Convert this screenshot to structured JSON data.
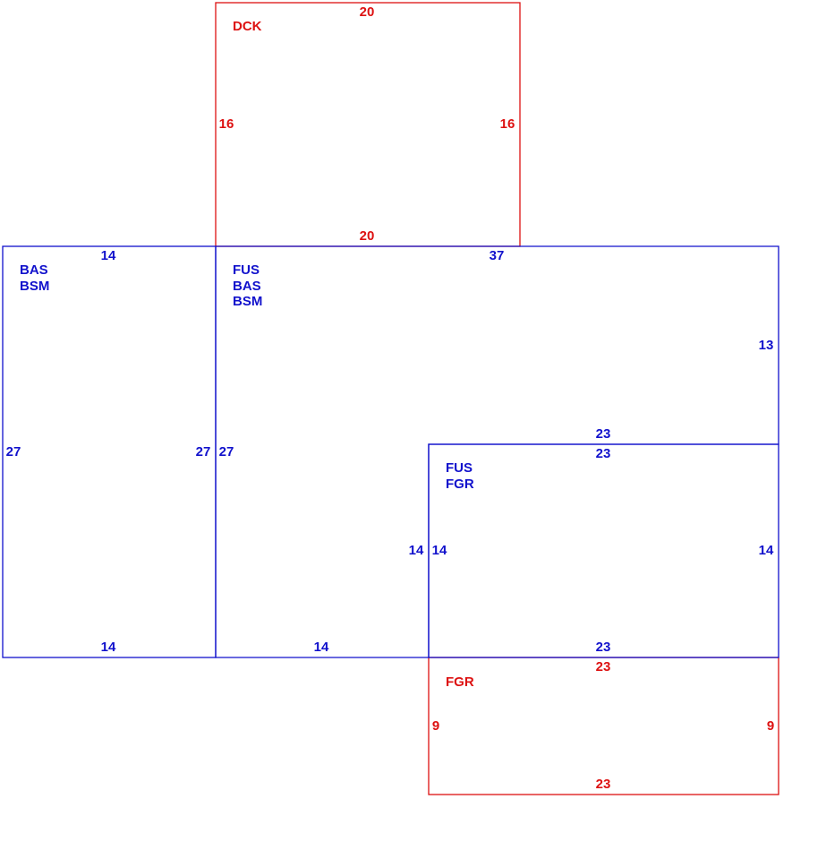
{
  "colors": {
    "red": "#dd1111",
    "blue": "#1111cc"
  },
  "areas": [
    {
      "id": "dck",
      "color": "red",
      "labels": [
        "DCK"
      ],
      "dims": {
        "top": "20",
        "left": "16",
        "right": "16",
        "bottom": "20"
      }
    },
    {
      "id": "bas-bsm",
      "color": "blue",
      "labels": [
        "BAS",
        "BSM"
      ],
      "dims": {
        "top": "14",
        "left": "27",
        "right": "27",
        "bottom": "14"
      }
    },
    {
      "id": "fus-bas-bsm",
      "color": "blue",
      "labels": [
        "FUS",
        "BAS",
        "BSM"
      ],
      "dims": {
        "top": "37",
        "left": "27",
        "right_upper": "13",
        "step_h": "23",
        "step_v": "14",
        "bottom": "14"
      }
    },
    {
      "id": "fus-fgr",
      "color": "blue",
      "labels": [
        "FUS",
        "FGR"
      ],
      "dims": {
        "top": "23",
        "left": "14",
        "right": "14",
        "bottom": "23"
      }
    },
    {
      "id": "fgr",
      "color": "red",
      "labels": [
        "FGR"
      ],
      "dims": {
        "top": "23",
        "left": "9",
        "right": "9",
        "bottom": "23"
      }
    }
  ]
}
